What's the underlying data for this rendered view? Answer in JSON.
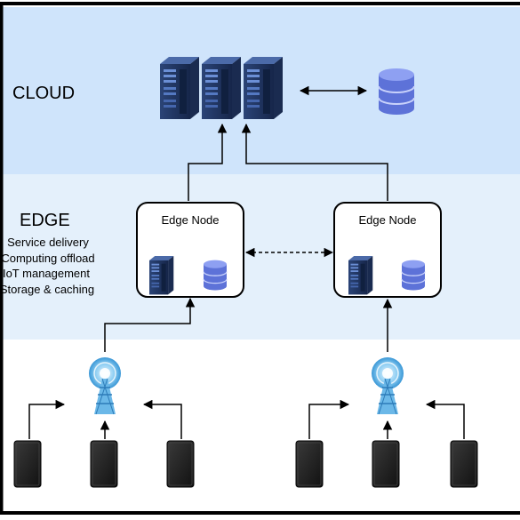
{
  "colors": {
    "cloud_band": "#cfe4fb",
    "edge_band": "#e4f0fb",
    "device_band": "#ffffff",
    "frame": "#000000",
    "server_dark": "#1c2f52",
    "server_light": "#3a5aa0",
    "db": "#6f86e8",
    "tower": "#4aa8e0"
  },
  "layers": {
    "cloud": {
      "title": "CLOUD"
    },
    "edge": {
      "title": "EDGE",
      "functions": [
        "Service delivery",
        "Computing offload",
        "IoT management",
        "Storage & caching"
      ]
    }
  },
  "edge_nodes": [
    {
      "label": "Edge Node"
    },
    {
      "label": "Edge Node"
    }
  ],
  "icons": {
    "server": "server-rack-icon",
    "database": "database-icon",
    "tower": "antenna-tower-icon",
    "device": "mobile-device-icon"
  }
}
